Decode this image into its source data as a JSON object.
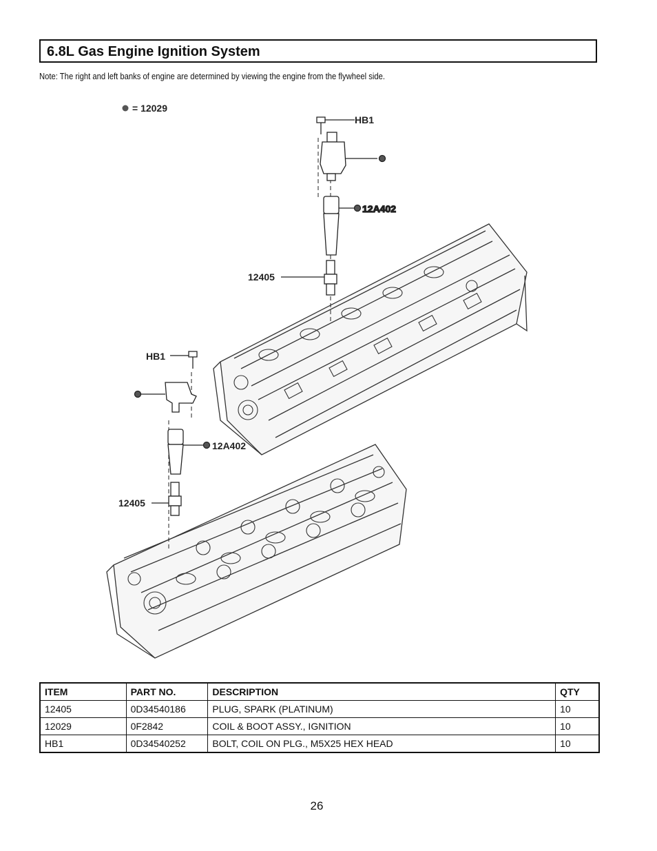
{
  "title": "6.8L Gas Engine Ignition System",
  "note": "Note: The right and left banks of engine are determined by viewing the engine from the flywheel side.",
  "diagram": {
    "legend": "= 12029",
    "labels": {
      "hb1_top": "HB1",
      "boot_top": "12A402",
      "plug_top": "12405",
      "hb1_bottom": "HB1",
      "boot_bottom": "12A402",
      "plug_bottom": "12405"
    }
  },
  "table": {
    "headers": [
      "ITEM",
      "PART NO.",
      "DESCRIPTION",
      "QTY"
    ],
    "rows": [
      [
        "12405",
        "0D34540186",
        "PLUG, SPARK (PLATINUM)",
        "10"
      ],
      [
        "12029",
        "0F2842",
        "COIL & BOOT ASSY., IGNITION",
        "10"
      ],
      [
        "HB1",
        "0D34540252",
        "BOLT, COIL ON PLG., M5X25 HEX HEAD",
        "10"
      ]
    ]
  },
  "page_number": "26"
}
